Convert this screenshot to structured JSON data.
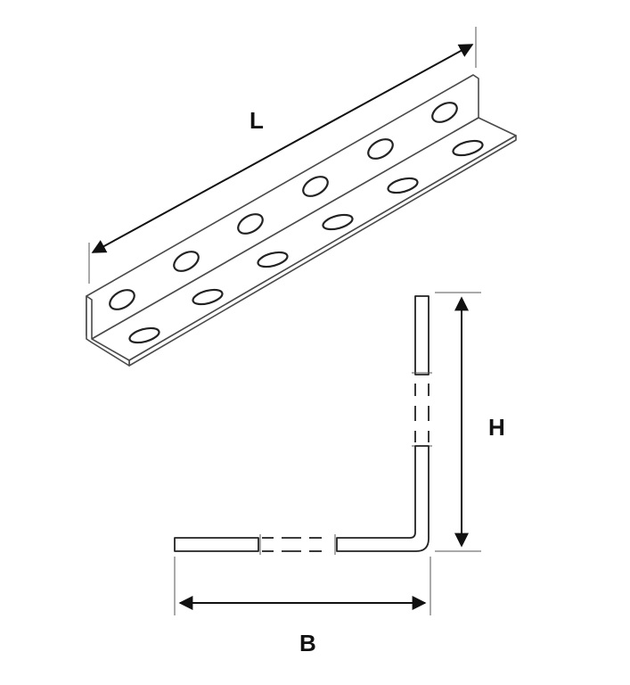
{
  "labels": {
    "length": "L",
    "height": "H",
    "base": "B"
  },
  "colors": {
    "line": "#222222",
    "background": "#ffffff"
  }
}
